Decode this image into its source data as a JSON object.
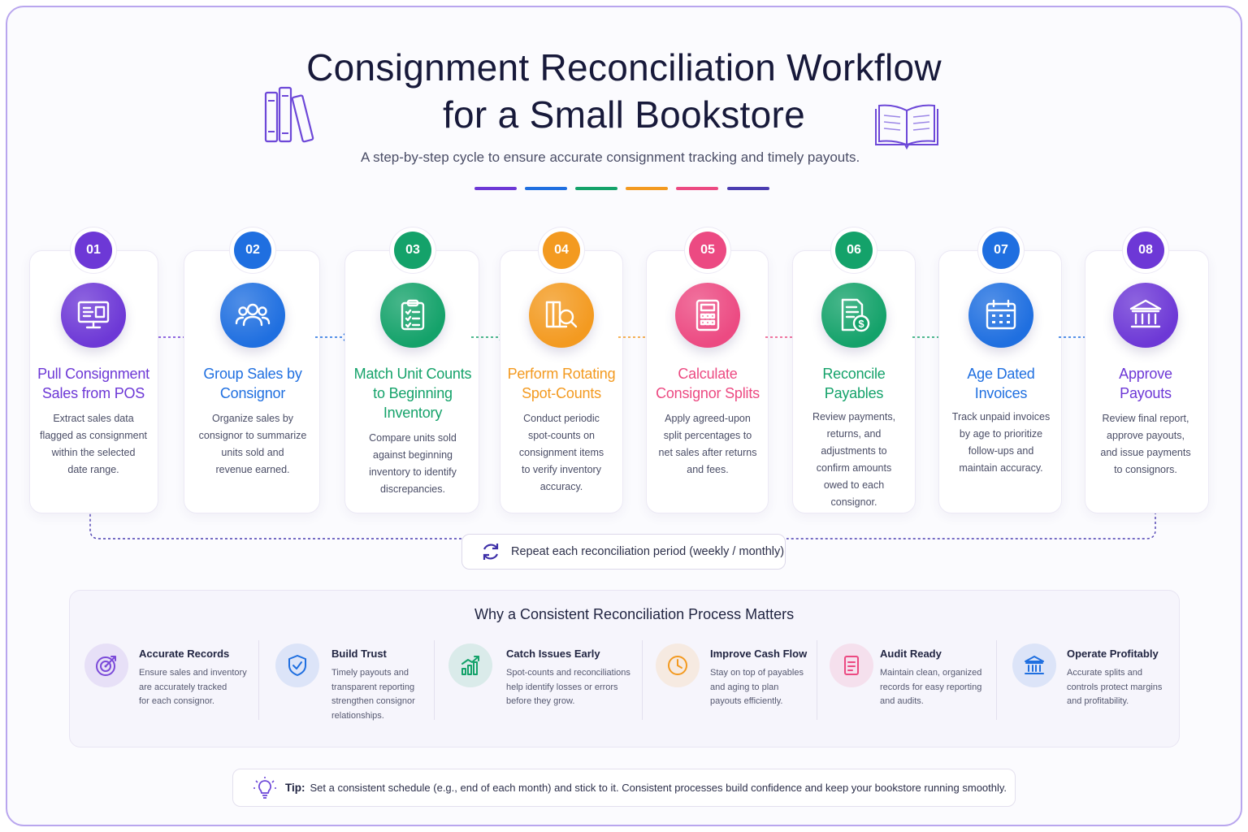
{
  "header": {
    "title_line1": "Consignment Reconciliation Workflow",
    "title_line2": "for a Small Bookstore",
    "subtitle": "A step-by-step cycle to ensure accurate consignment tracking and timely payouts."
  },
  "accent_colors": [
    "#6d38d6",
    "#1f6fe0",
    "#14a26a",
    "#f39a20",
    "#ec4a82",
    "#4b3db1"
  ],
  "steps": [
    {
      "num": "01",
      "title": "Pull Consignment Sales from POS",
      "title_l1": "Pull Consignment",
      "title_l2": "Sales from POS",
      "title_l3": "",
      "desc": [
        "Extract sales data",
        "flagged as consignment",
        "within the selected",
        "date range."
      ],
      "color": "#6d38d6",
      "icon": "monitor-icon"
    },
    {
      "num": "02",
      "title": "Group Sales by Consignor",
      "title_l1": "Group Sales by",
      "title_l2": "Consignor",
      "title_l3": "",
      "desc": [
        "Organize sales by",
        "consignor to summarize",
        "units sold and",
        "revenue earned."
      ],
      "color": "#1f6fe0",
      "icon": "users-icon"
    },
    {
      "num": "03",
      "title": "Match Unit Counts to Beginning Inventory",
      "title_l1": "Match Unit Counts",
      "title_l2": "to Beginning",
      "title_l3": "Inventory",
      "desc": [
        "Compare units sold",
        "against beginning",
        "inventory to identify",
        "discrepancies."
      ],
      "color": "#14a26a",
      "icon": "clipboard-checklist-icon"
    },
    {
      "num": "04",
      "title": "Perform Rotating Spot-Counts",
      "title_l1": "Perform Rotating",
      "title_l2": "Spot-Counts",
      "title_l3": "",
      "desc": [
        "Conduct periodic",
        "spot-counts on",
        "consignment items",
        "to verify inventory",
        "accuracy."
      ],
      "color": "#f39a20",
      "icon": "magnifier-books-icon"
    },
    {
      "num": "05",
      "title": "Calculate Consignor Splits",
      "title_l1": "Calculate",
      "title_l2": "Consignor Splits",
      "title_l3": "",
      "desc": [
        "Apply agreed-upon",
        "split percentages to",
        "net sales after returns",
        "and fees."
      ],
      "color": "#ec4a82",
      "icon": "calculator-icon"
    },
    {
      "num": "06",
      "title": "Reconcile Payables",
      "title_l1": "Reconcile",
      "title_l2": "Payables",
      "title_l3": "",
      "desc": [
        "Review payments,",
        "returns, and",
        "adjustments to",
        "confirm amounts",
        "owed to each",
        "consignor."
      ],
      "color": "#14a26a",
      "icon": "invoice-dollar-icon"
    },
    {
      "num": "07",
      "title": "Age Dated Invoices",
      "title_l1": "Age Dated",
      "title_l2": "Invoices",
      "title_l3": "",
      "desc": [
        "Track unpaid invoices",
        "by age to prioritize",
        "follow-ups and",
        "maintain accuracy."
      ],
      "color": "#1f6fe0",
      "icon": "calendar-icon"
    },
    {
      "num": "08",
      "title": "Approve Payouts",
      "title_l1": "Approve",
      "title_l2": "Payouts",
      "title_l3": "",
      "desc": [
        "Review final report,",
        "approve payouts,",
        "and issue payments",
        "to consignors."
      ],
      "color": "#6d38d6",
      "icon": "bank-icon"
    }
  ],
  "repeat": {
    "label": "Repeat each reconciliation period (weekly / monthly)",
    "icon": "refresh-icon"
  },
  "why": {
    "title": "Why a Consistent Reconciliation Process Matters",
    "items": [
      {
        "title": "Accurate Records",
        "desc": [
          "Ensure sales and inventory",
          "are accurately tracked",
          "for each consignor."
        ],
        "icon": "target-icon",
        "color": "#7b4ad9"
      },
      {
        "title": "Build Trust",
        "desc": [
          "Timely payouts and",
          "transparent reporting",
          "strengthen consignor",
          "relationships."
        ],
        "icon": "shield-check-icon",
        "color": "#1f6fe0"
      },
      {
        "title": "Catch Issues Early",
        "desc": [
          "Spot-counts and reconciliations",
          "help identify losses or errors",
          "before they grow."
        ],
        "icon": "chart-up-icon",
        "color": "#14a26a"
      },
      {
        "title": "Improve Cash Flow",
        "desc": [
          "Stay on top of payables",
          "and aging to plan",
          "payouts efficiently."
        ],
        "icon": "clock-icon",
        "color": "#f39a20"
      },
      {
        "title": "Audit Ready",
        "desc": [
          "Maintain clean, organized",
          "records for easy reporting",
          "and audits."
        ],
        "icon": "document-icon",
        "color": "#ec4a82"
      },
      {
        "title": "Operate Profitably",
        "desc": [
          "Accurate splits and",
          "controls protect margins",
          "and profitability."
        ],
        "icon": "bank-icon",
        "color": "#1f6fe0"
      }
    ]
  },
  "tip": {
    "label": "Tip:",
    "text": "Set a consistent schedule (e.g., end of each month) and stick to it.  Consistent processes build confidence and keep your bookstore running smoothly.",
    "icon": "lightbulb-icon"
  }
}
